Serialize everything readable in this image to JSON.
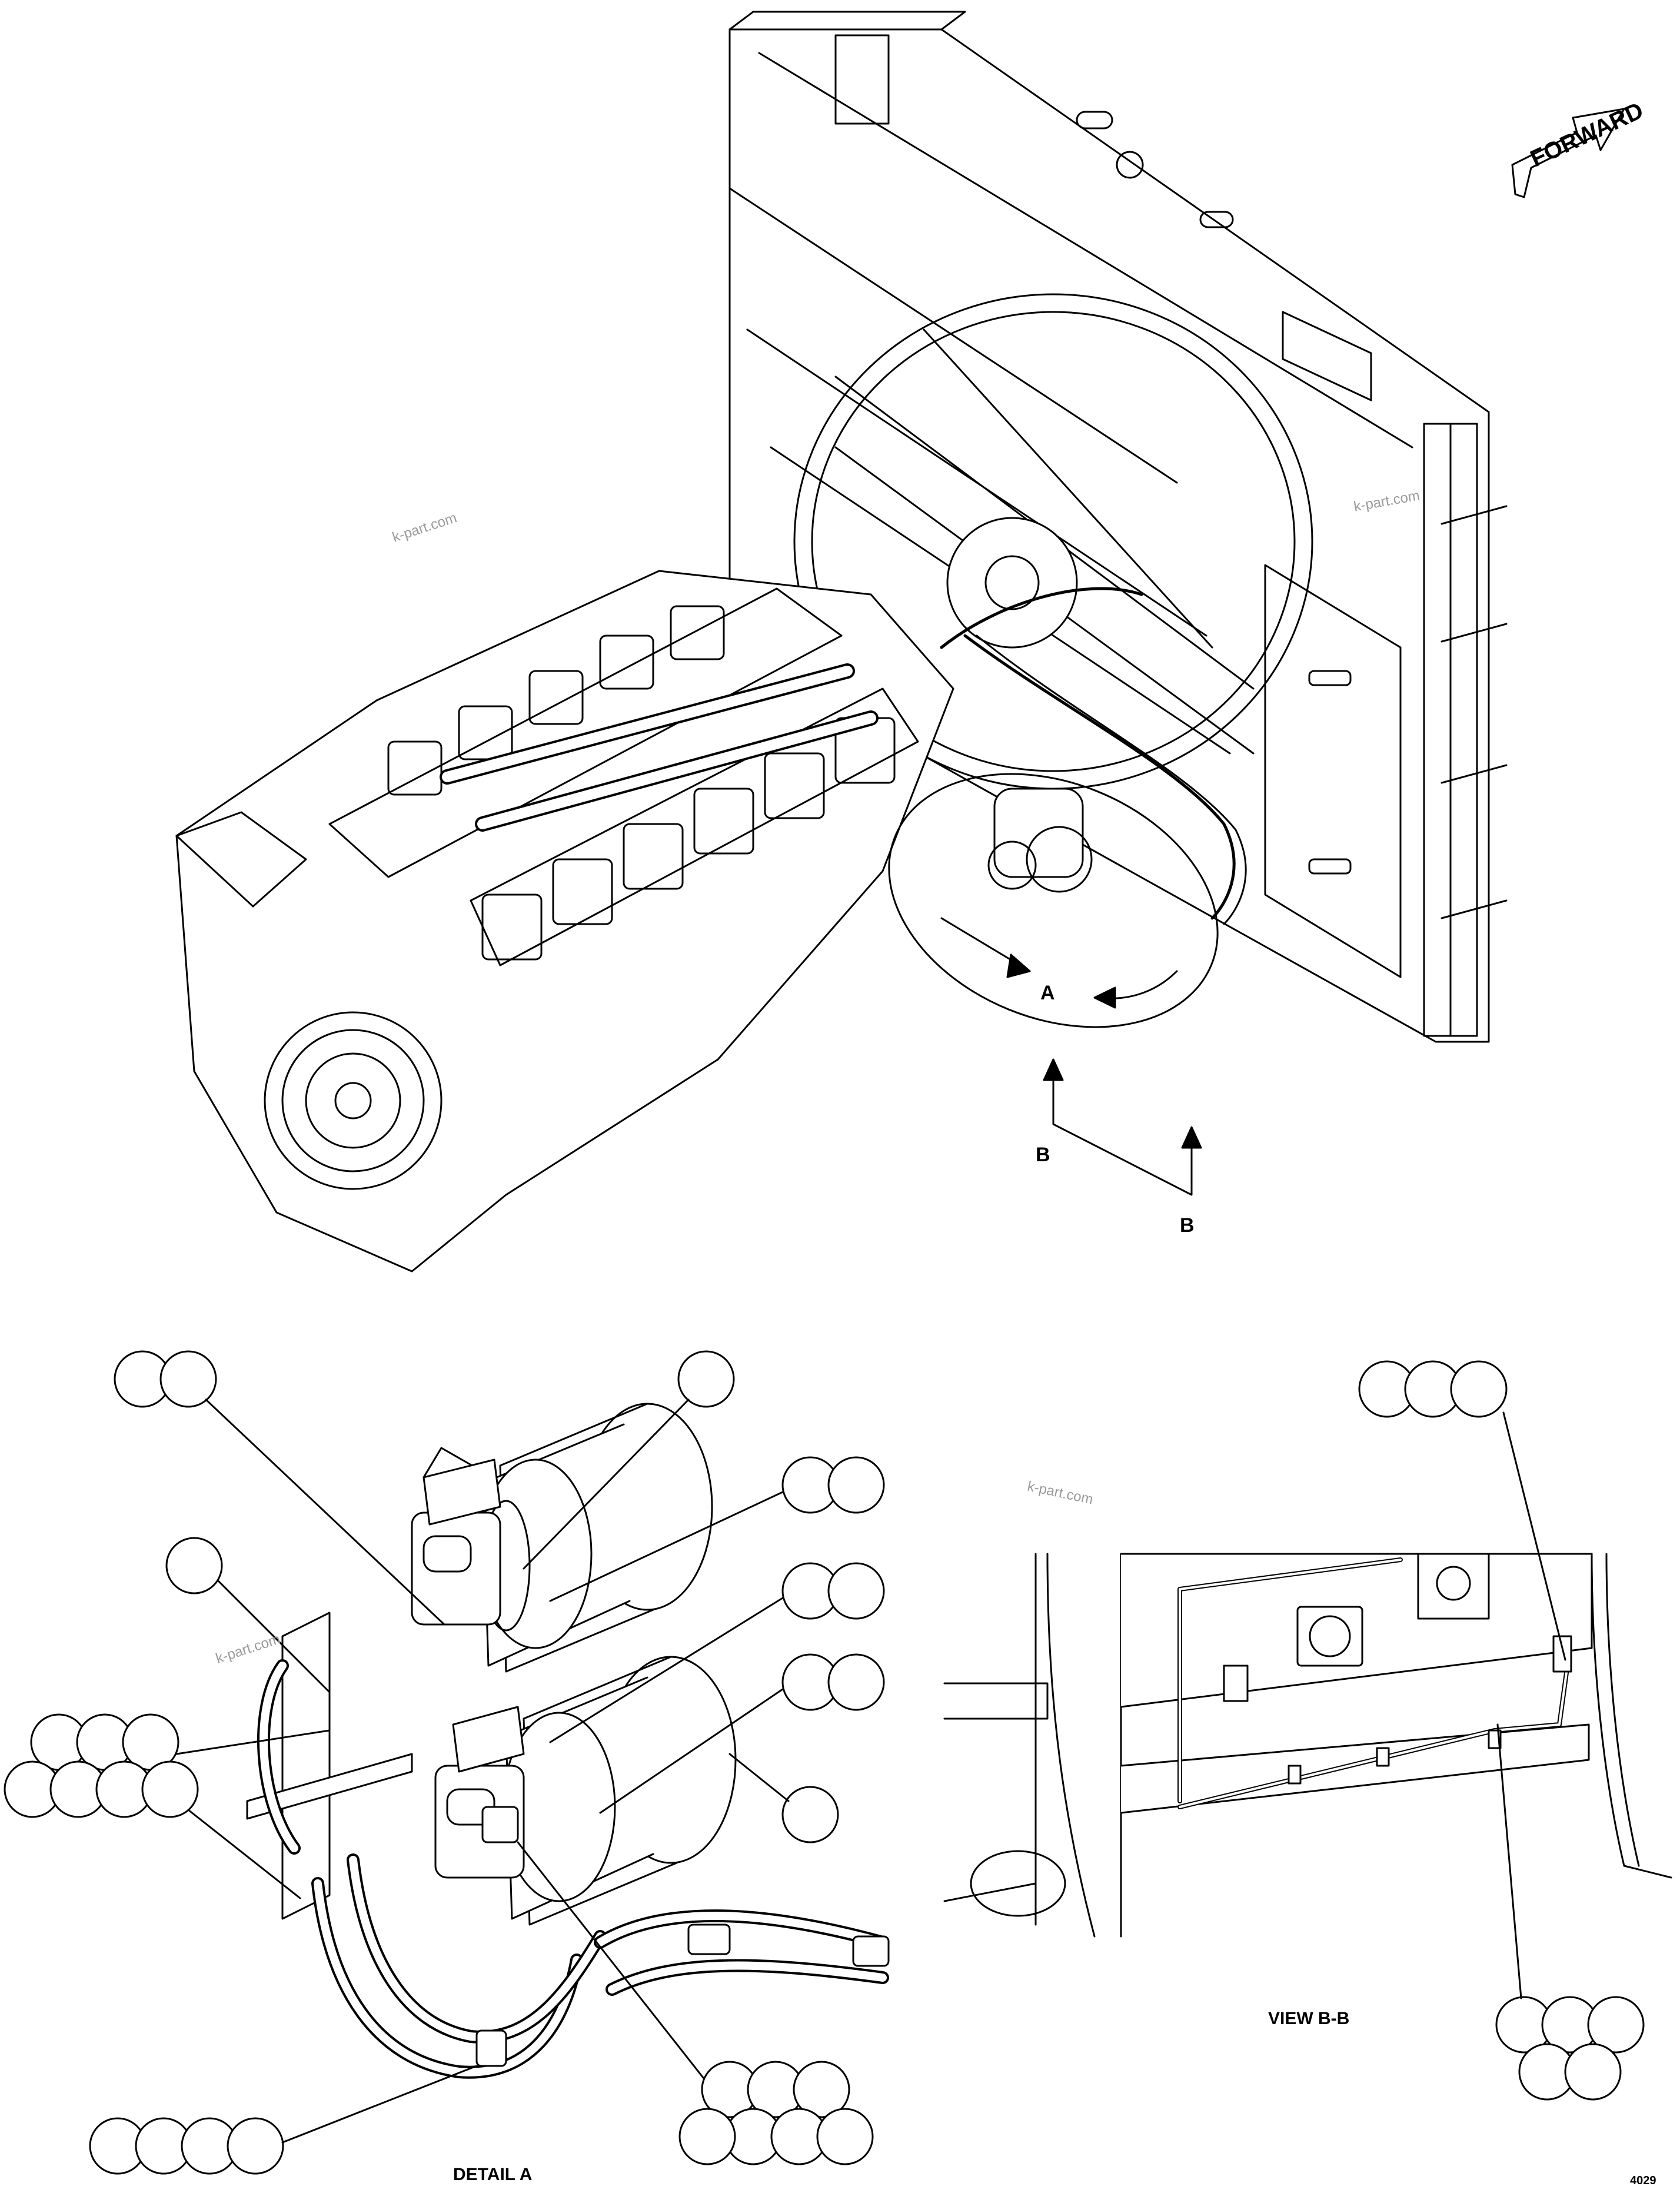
{
  "arrow_label": "FORWARD",
  "view_markers": {
    "detail": "A",
    "section_start": "B",
    "section_end": "B"
  },
  "watermarks": [
    "k-part.com",
    "k-part.com",
    "k-part.com",
    "k-part.com"
  ],
  "titles": {
    "detail": "DETAIL A",
    "view": "VIEW B-B"
  },
  "sheet_number": "4029",
  "callout_groups": [
    {
      "name": "detail-callout-top-left-pair",
      "balloons": 2
    },
    {
      "name": "detail-callout-top-center",
      "balloons": 1
    },
    {
      "name": "detail-callout-right-pair-1",
      "balloons": 2
    },
    {
      "name": "detail-callout-left-single",
      "balloons": 1
    },
    {
      "name": "detail-callout-right-pair-2",
      "balloons": 2
    },
    {
      "name": "detail-callout-right-pair-3",
      "balloons": 2
    },
    {
      "name": "detail-callout-left-cluster",
      "balloons": 7
    },
    {
      "name": "detail-callout-right-single",
      "balloons": 1
    },
    {
      "name": "detail-callout-bottom-left-row",
      "balloons": 4
    },
    {
      "name": "detail-callout-bottom-right-cluster",
      "balloons": 7
    },
    {
      "name": "view-callout-top-trio",
      "balloons": 3
    },
    {
      "name": "view-callout-bottom-cluster",
      "balloons": 5
    }
  ]
}
